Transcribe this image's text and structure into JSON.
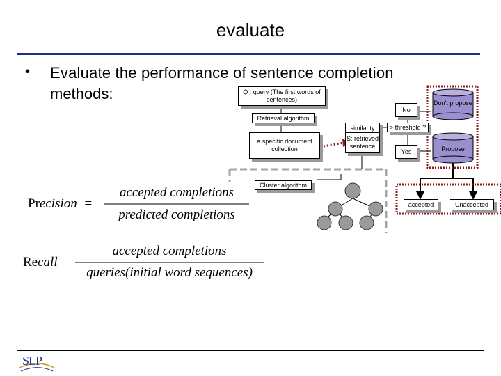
{
  "title": "evaluate",
  "bullet": {
    "symbol": "•",
    "line1": "Evaluate the performance of sentence completion",
    "line2": "methods:"
  },
  "diagram": {
    "query_box": "Q : query (The first words of sentences)",
    "retrieval": "Retrieval algorithm",
    "collection": "a specific document collection",
    "similarity": "similarity",
    "retrieved": "S: retrieved sentence",
    "threshold": "> threshold ?",
    "no": "No",
    "yes": "Yes",
    "dont_propose": "Don't propose",
    "propose": "Propose",
    "cluster": "Cluster algorithm",
    "accepted": "accepted",
    "unaccepted": "Unaccepted"
  },
  "formulas": {
    "precision_lhs_roman": "Pr",
    "precision_lhs_italic": "ecision",
    "precision_num": "accepted completions",
    "precision_den": "predicted completions",
    "recall_lhs_roman": "Re",
    "recall_lhs_italic": "call",
    "recall_num": "accepted completions",
    "recall_den": "queries(initial word sequences)",
    "equals": "="
  },
  "logo": "SLP",
  "colors": {
    "rule": "#1f2f8f",
    "cylinder": "#9b8fd0",
    "dotted_border": "#8b1a1a",
    "arrow_dotted": "#8b1a1a",
    "tree_node": "#9a9a9a"
  }
}
